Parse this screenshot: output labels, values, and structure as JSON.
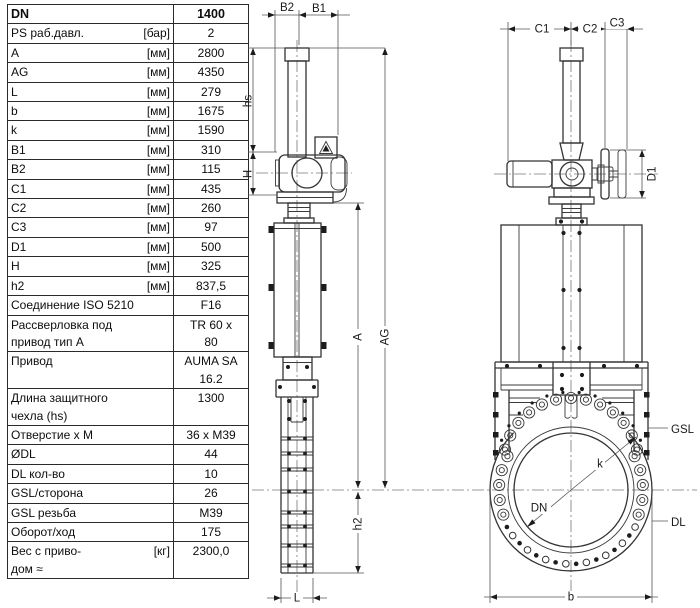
{
  "table": {
    "rows": [
      {
        "label": "DN",
        "unit": "",
        "value": "1400",
        "bold": true
      },
      {
        "label": "PS раб.давл.",
        "unit": "[бар]",
        "value": "2"
      },
      {
        "label": "A",
        "unit": "[мм]",
        "value": "2800"
      },
      {
        "label": "AG",
        "unit": "[мм]",
        "value": "4350"
      },
      {
        "label": "L",
        "unit": "[мм]",
        "value": "279"
      },
      {
        "label": "b",
        "unit": "[мм]",
        "value": "1675"
      },
      {
        "label": "k",
        "unit": "[мм]",
        "value": "1590"
      },
      {
        "label": "B1",
        "unit": "[мм]",
        "value": "310"
      },
      {
        "label": "B2",
        "unit": "[мм]",
        "value": "115"
      },
      {
        "label": "C1",
        "unit": "[мм]",
        "value": "435"
      },
      {
        "label": "C2",
        "unit": "[мм]",
        "value": "260"
      },
      {
        "label": "C3",
        "unit": "[мм]",
        "value": "97"
      },
      {
        "label": "D1",
        "unit": "[мм]",
        "value": "500"
      },
      {
        "label": "H",
        "unit": "[мм]",
        "value": "325"
      },
      {
        "label": "h2",
        "unit": "[мм]",
        "value": "837,5"
      },
      {
        "label": "Соединение ISO 5210",
        "unit": "",
        "value": "F16"
      },
      {
        "label": "Рассверловка под\nпривод тип A",
        "unit": "",
        "value": "TR 60 x\n80"
      },
      {
        "label": "Привод",
        "unit": "",
        "value": "AUMA SA\n16.2"
      },
      {
        "label": "Длина защитного\nчехла (hs)",
        "unit": "",
        "value": "1300"
      },
      {
        "label": "Отверстие x M",
        "unit": "",
        "value": "36 x M39"
      },
      {
        "label": "ØDL",
        "unit": "",
        "value": "44"
      },
      {
        "label": "DL кол-во",
        "unit": "",
        "value": "10"
      },
      {
        "label": "GSL/сторона",
        "unit": "",
        "value": "26"
      },
      {
        "label": "GSL резьба",
        "unit": "",
        "value": "M39"
      },
      {
        "label": "Оборот/ход",
        "unit": "",
        "value": "175"
      },
      {
        "label": "Вес с приво-\nдом ≈",
        "unit": "[кг]",
        "value": "2300,0"
      }
    ]
  },
  "drawing": {
    "labels": {
      "b1": "B1",
      "b2": "B2",
      "hs": "hs",
      "h": "H",
      "a": "A",
      "ag": "AG",
      "h2": "h2",
      "l": "L",
      "c1": "C1",
      "c2": "C2",
      "c3": "C3",
      "d1": "D1",
      "k": "k",
      "dn": "DN",
      "gsl": "GSL",
      "dl": "DL",
      "b": "b"
    }
  }
}
